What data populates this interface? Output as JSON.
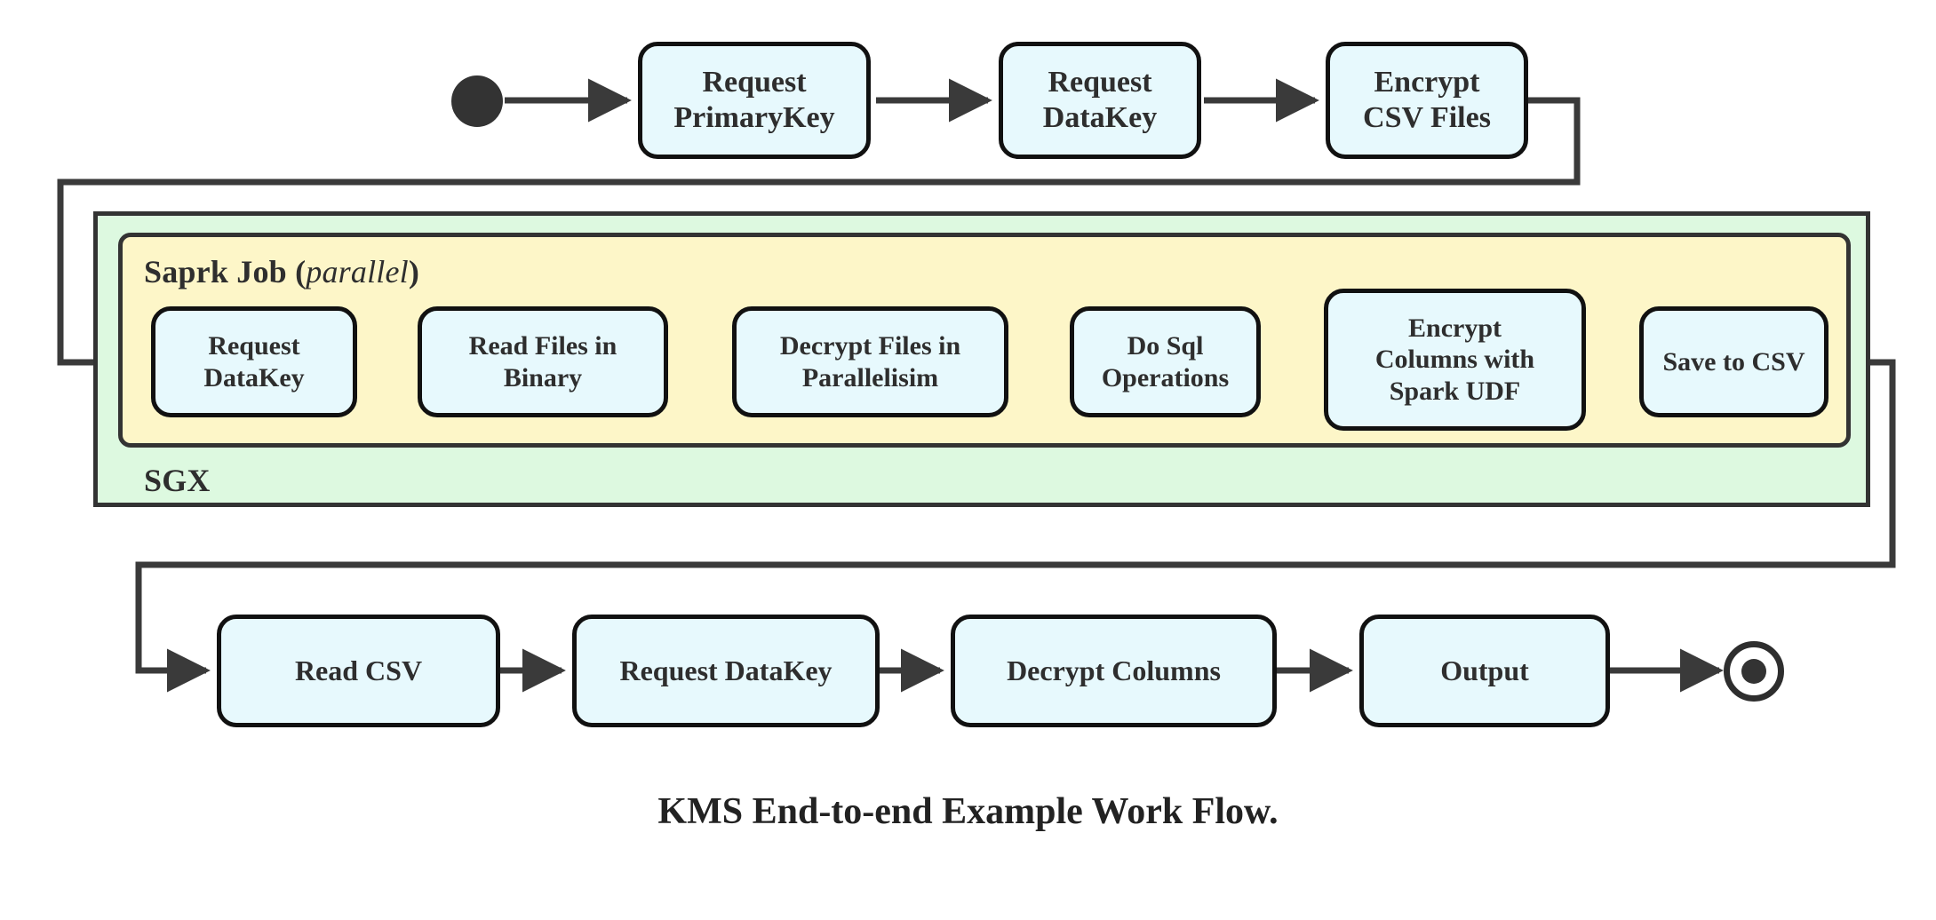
{
  "diagram": {
    "caption": "KMS End-to-end Example Work Flow.",
    "colors": {
      "node_fill": "#e7f9fd",
      "node_stroke": "#111111",
      "sgx_fill": "#ddf9e0",
      "spark_fill": "#fdf6c8",
      "edge_stroke": "#3a3a3a",
      "terminal_fill": "#333333"
    },
    "containers": {
      "sgx": {
        "label": "SGX"
      },
      "spark": {
        "label": "Saprk Job",
        "modifier_open": "(",
        "modifier": "parallel",
        "modifier_close": ")"
      }
    },
    "terminals": {
      "start": "start-node",
      "end": "end-node"
    },
    "row_top": [
      {
        "id": "request-primarykey",
        "lines": [
          "Request",
          "PrimaryKey"
        ]
      },
      {
        "id": "request-datakey-top",
        "lines": [
          "Request",
          "DataKey"
        ]
      },
      {
        "id": "encrypt-csv-files",
        "lines": [
          "Encrypt",
          "CSV Files"
        ]
      }
    ],
    "row_spark": [
      {
        "id": "request-datakey-spark",
        "lines": [
          "Request",
          "DataKey"
        ]
      },
      {
        "id": "read-files-in-binary",
        "lines": [
          "Read Files in",
          "Binary"
        ]
      },
      {
        "id": "decrypt-files-in-parallelisim",
        "lines": [
          "Decrypt Files in",
          "Parallelisim"
        ]
      },
      {
        "id": "do-sql-operations",
        "lines": [
          "Do Sql",
          "Operations"
        ]
      },
      {
        "id": "encrypt-columns-with-spark-udf",
        "lines": [
          "Encrypt",
          "Columns with",
          "Spark UDF"
        ]
      },
      {
        "id": "save-to-csv",
        "lines": [
          "Save to CSV"
        ]
      }
    ],
    "row_bottom": [
      {
        "id": "read-csv",
        "lines": [
          "Read CSV"
        ]
      },
      {
        "id": "request-datakey-bottom",
        "lines": [
          "Request DataKey"
        ]
      },
      {
        "id": "decrypt-columns",
        "lines": [
          "Decrypt Columns"
        ]
      },
      {
        "id": "output",
        "lines": [
          "Output"
        ]
      }
    ]
  }
}
